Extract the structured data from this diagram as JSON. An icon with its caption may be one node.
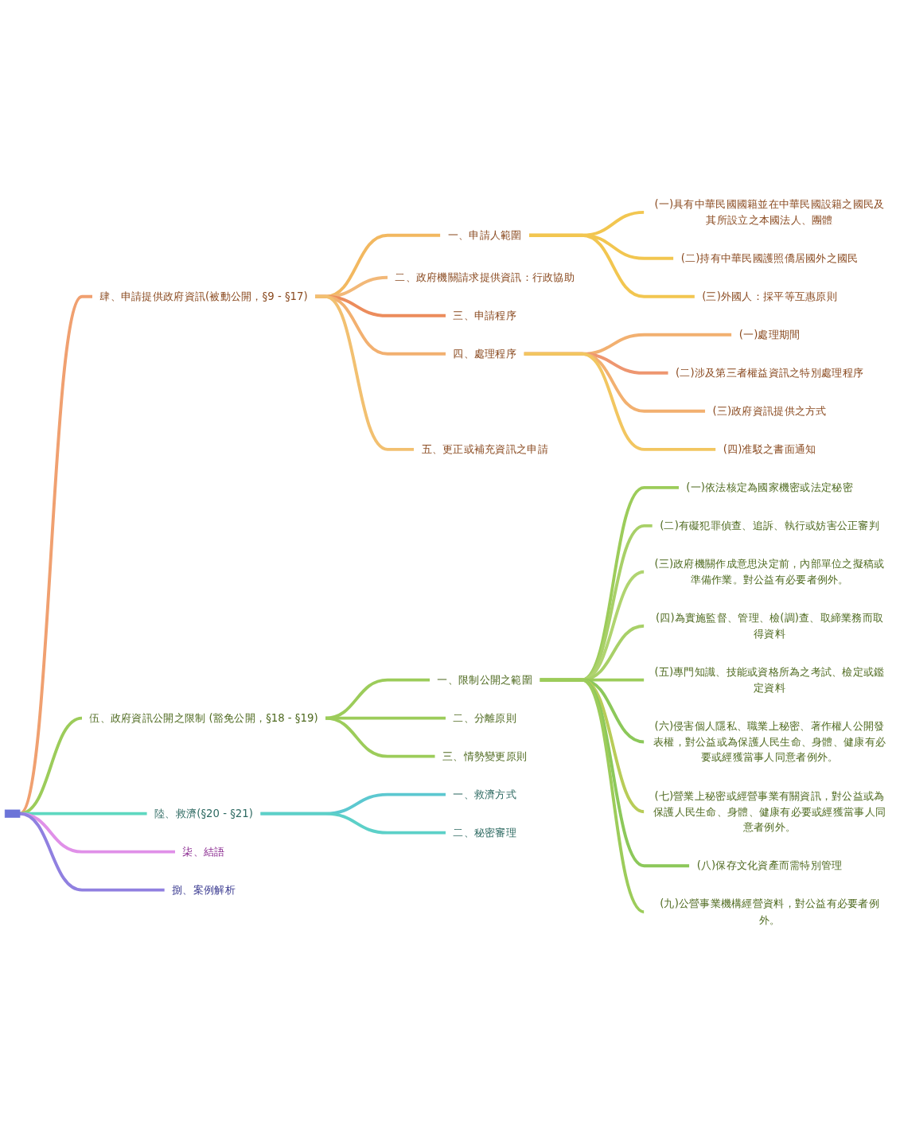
{
  "diagram": {
    "nodes": [
      {
        "text": [],
        "shape": "bar"
      },
      {
        "text": [
          "肆、申請提供政府資訊(被動公開，§9 - §17)"
        ]
      },
      {
        "text": [
          "一、申請人範圍"
        ]
      },
      {
        "text": [
          "(一)具有中華民國國籍並在中華民國設籍之國民及其所設立之本國法人、團體"
        ]
      },
      {
        "text": [
          "(二)持有中華民國護照僑居國外之國民"
        ]
      },
      {
        "text": [
          "(三)外國人：採平等互惠原則"
        ]
      },
      {
        "text": [
          "二、政府機關請求提供資訊：行政協助"
        ]
      },
      {
        "text": [
          "三、申請程序"
        ]
      },
      {
        "text": [
          "四、處理程序"
        ]
      },
      {
        "text": [
          "(一)處理期間"
        ]
      },
      {
        "text": [
          "(二)涉及第三者權益資訊之特別處理程序"
        ]
      },
      {
        "text": [
          "(三)政府資訊提供之方式"
        ]
      },
      {
        "text": [
          "(四)准駁之書面通知"
        ]
      },
      {
        "text": [
          "五、更正或補充資訊之申請"
        ]
      },
      {
        "text": [
          "伍、政府資訊公開之限制 (豁免公開，§18 - §19)"
        ]
      },
      {
        "text": [
          "一、限制公開之範圍"
        ]
      },
      {
        "text": [
          "(一)依法核定為國家機密或法定秘密"
        ]
      },
      {
        "text": [
          "(二)有礙犯罪偵查、追訴、執行或妨害公正審判"
        ]
      },
      {
        "text": [
          "(三)政府機關作成意思決定前，內部單位之擬稿或準備作業。對公益有必要者例外。"
        ]
      },
      {
        "text": [
          "(四)為實施監督、管理、檢(調)查、取締業務而取得資料"
        ]
      },
      {
        "text": [
          "(五)專門知識、技能或資格所為之考試、檢定或鑑定資料"
        ]
      },
      {
        "text": [
          "(六)侵害個人隱私、職業上秘密、著作權人公開發表權，對公益或為保護人民生命、身體、健康有必要或經獲當事人同意者例外。"
        ]
      },
      {
        "text": [
          "(七)營業上秘密或經營事業有關資訊，對公益或為保護人民生命、身體、健康有必要或經獲當事人同意者例外。"
        ]
      },
      {
        "text": [
          "(八)保存文化資產而需特別管理"
        ]
      },
      {
        "text": [
          "(九)公營事業機構經營資料，對公益有必要者例外。"
        ]
      },
      {
        "text": [
          "二、分離原則"
        ]
      },
      {
        "text": [
          "三、情勢變更原則"
        ]
      },
      {
        "text": [
          "陸、救濟(§20 - §21)"
        ]
      },
      {
        "text": [
          "一、救濟方式"
        ]
      },
      {
        "text": [
          "二、秘密審理"
        ]
      },
      {
        "text": [
          "柒、結語"
        ]
      },
      {
        "text": [
          "捌、案例解析"
        ]
      }
    ],
    "edges": [
      {
        "from": 0,
        "to": 1,
        "arrow": "none",
        "color": "#f0a070"
      },
      {
        "from": 1,
        "to": 2,
        "arrow": "none",
        "color": "#f2b860"
      },
      {
        "from": 2,
        "to": 3,
        "arrow": "none",
        "color": "#f2c650"
      },
      {
        "from": 2,
        "to": 4,
        "arrow": "none",
        "color": "#f2c650"
      },
      {
        "from": 2,
        "to": 5,
        "arrow": "none",
        "color": "#f2c650"
      },
      {
        "from": 1,
        "to": 6,
        "arrow": "none",
        "color": "#f2b878"
      },
      {
        "from": 1,
        "to": 7,
        "arrow": "none",
        "color": "#ec8c5c"
      },
      {
        "from": 1,
        "to": 8,
        "arrow": "none",
        "color": "#f2b070"
      },
      {
        "from": 8,
        "to": 9,
        "arrow": "none",
        "color": "#f2b070"
      },
      {
        "from": 8,
        "to": 10,
        "arrow": "none",
        "color": "#ee9670"
      },
      {
        "from": 8,
        "to": 11,
        "arrow": "none",
        "color": "#f2b070"
      },
      {
        "from": 8,
        "to": 12,
        "arrow": "none",
        "color": "#f2c660"
      },
      {
        "from": 1,
        "to": 13,
        "arrow": "none",
        "color": "#f2c070"
      },
      {
        "from": 0,
        "to": 14,
        "arrow": "none",
        "color": "#9ccc5a"
      },
      {
        "from": 14,
        "to": 15,
        "arrow": "none",
        "color": "#9ccc5a"
      },
      {
        "from": 15,
        "to": 16,
        "arrow": "none",
        "color": "#9ccc5a"
      },
      {
        "from": 15,
        "to": 17,
        "arrow": "none",
        "color": "#a8d068"
      },
      {
        "from": 15,
        "to": 18,
        "arrow": "none",
        "color": "#b0d470"
      },
      {
        "from": 15,
        "to": 19,
        "arrow": "none",
        "color": "#a8d068"
      },
      {
        "from": 15,
        "to": 20,
        "arrow": "none",
        "color": "#9ccc5a"
      },
      {
        "from": 15,
        "to": 21,
        "arrow": "none",
        "color": "#8cc85a"
      },
      {
        "from": 15,
        "to": 22,
        "arrow": "none",
        "color": "#b8cc58"
      },
      {
        "from": 15,
        "to": 23,
        "arrow": "none",
        "color": "#8cc85a"
      },
      {
        "from": 15,
        "to": 24,
        "arrow": "none",
        "color": "#9ccc5a"
      },
      {
        "from": 14,
        "to": 25,
        "arrow": "none",
        "color": "#9ccc5a"
      },
      {
        "from": 14,
        "to": 26,
        "arrow": "none",
        "color": "#9ccc5a"
      },
      {
        "from": 0,
        "to": 27,
        "arrow": "none",
        "color": "#5ed8c0"
      },
      {
        "from": 27,
        "to": 28,
        "arrow": "none",
        "color": "#5cc8d0"
      },
      {
        "from": 27,
        "to": 29,
        "arrow": "none",
        "color": "#5cd0c8"
      },
      {
        "from": 0,
        "to": 30,
        "arrow": "none",
        "color": "#e090e8"
      },
      {
        "from": 0,
        "to": 31,
        "arrow": "none",
        "color": "#9080e0"
      }
    ]
  }
}
